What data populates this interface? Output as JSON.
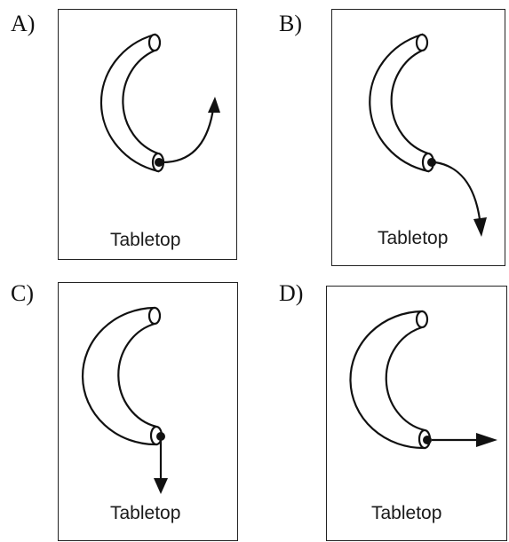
{
  "options": [
    {
      "letter": "A)",
      "label": "Tabletop",
      "path_shape": "curves up"
    },
    {
      "letter": "B)",
      "label": "Tabletop",
      "path_shape": "curves down"
    },
    {
      "letter": "C)",
      "label": "Tabletop",
      "path_shape": "straight down"
    },
    {
      "letter": "D)",
      "label": "Tabletop",
      "path_shape": "straight right"
    }
  ],
  "colors": {
    "ink": "#111111",
    "background": "#ffffff"
  }
}
